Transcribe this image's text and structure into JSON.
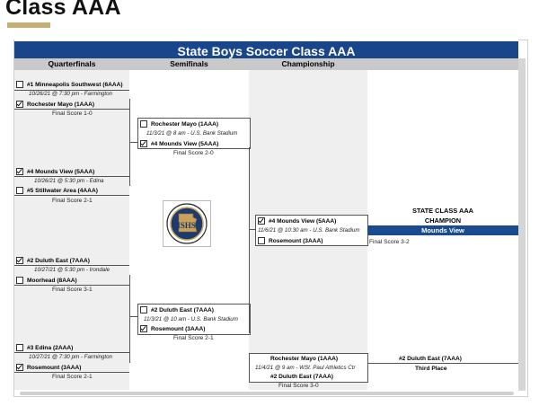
{
  "page": {
    "title": "Class AAA"
  },
  "bracket": {
    "banner": "State Boys Soccer Class AAA",
    "rounds": [
      "Quarterfinals",
      "Semifinals",
      "Championship"
    ],
    "logo_text": "MSHSL",
    "quarterfinals": [
      {
        "team1": "#1 Minneapolis Southwest (6AAA)",
        "team1_checked": false,
        "info": "10/26/21 @ 7:30 pm - Farmington",
        "team2": "Rochester Mayo (1AAA)",
        "team2_checked": true,
        "score": "Final Score 1-0"
      },
      {
        "team1": "#4 Mounds View (5AAA)",
        "team1_checked": true,
        "info": "10/26/21 @ 5:30 pm - Edina",
        "team2": "#5 Stillwater Area (4AAA)",
        "team2_checked": false,
        "score": "Final Score 2-1"
      },
      {
        "team1": "#2 Duluth East (7AAA)",
        "team1_checked": true,
        "info": "10/27/21 @ 5:30 pm - Irondale",
        "team2": "Moorhead (8AAA)",
        "team2_checked": false,
        "score": "Final Score 3-1"
      },
      {
        "team1": "#3 Edina (2AAA)",
        "team1_checked": false,
        "info": "10/27/21 @ 7:30 pm - Farmington",
        "team2": "Rosemount (3AAA)",
        "team2_checked": true,
        "score": "Final Score 2-1"
      }
    ],
    "semifinals": [
      {
        "team1": "Rochester Mayo (1AAA)",
        "team1_checked": false,
        "info": "11/3/21 @ 8 am - U.S. Bank Stadium",
        "team2": "#4 Mounds View (5AAA)",
        "team2_checked": true,
        "score": "Final Score 2-0"
      },
      {
        "team1": "#2 Duluth East (7AAA)",
        "team1_checked": false,
        "info": "11/3/21 @ 10 am - U.S. Bank Stadium",
        "team2": "Rosemount (3AAA)",
        "team2_checked": true,
        "score": "Final Score 2-1"
      }
    ],
    "championship": {
      "team1": "#4 Mounds View (5AAA)",
      "team1_checked": true,
      "info": "11/6/21 @ 10:30 am - U.S. Bank Stadium",
      "team2": "Rosemount (3AAA)",
      "team2_checked": false,
      "score": "Final Score 3-2"
    },
    "champion": {
      "title_line1": "STATE CLASS AAA",
      "title_line2": "CHAMPION",
      "name": "Mounds View"
    },
    "third_place_game": {
      "team1": "Rochester Mayo (1AAA)",
      "info": "11/4/21 @ 9 am - WSt. Paul Athletics Ctr",
      "team2": "#2 Duluth East (7AAA)",
      "score": "Final Score 3-0"
    },
    "third_place": {
      "winner": "#2 Duluth East (7AAA)",
      "label": "Third Place"
    }
  },
  "colors": {
    "banner": "#19468b",
    "title_accent": "#c8ad72",
    "champion_bar": "#1a4b8f"
  }
}
